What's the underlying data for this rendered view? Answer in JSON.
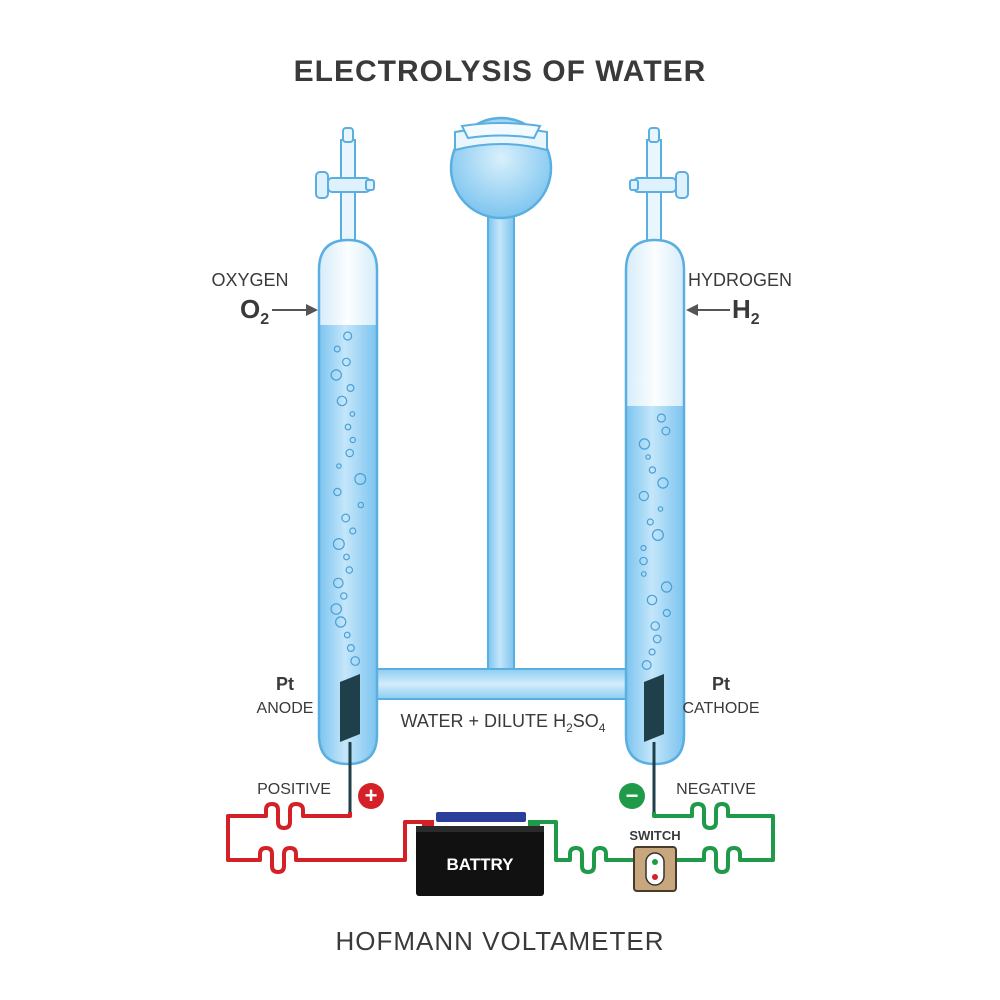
{
  "title": "ELECTROLYSIS OF WATER",
  "caption": "HOFMANN VOLTAMETER",
  "left_gas": {
    "name": "OXYGEN",
    "formula": "O",
    "subscript": "2"
  },
  "right_gas": {
    "name": "HYDROGEN",
    "formula": "H",
    "subscript": "2"
  },
  "left_electrode": {
    "material": "Pt",
    "role": "ANODE",
    "terminal": "POSITIVE",
    "sign": "+"
  },
  "right_electrode": {
    "material": "Pt",
    "role": "CATHODE",
    "terminal": "NEGATIVE",
    "sign": "−"
  },
  "electrolyte": {
    "prefix": "WATER + DILUTE ",
    "h": "H",
    "h_sub": "2",
    "so": "SO",
    "so_sub": "4"
  },
  "battery_label": "BATTRY",
  "switch_label": "SWITCH",
  "colors": {
    "water": "#a9d8f5",
    "glass": "#dff1fc",
    "glass_stroke": "#5aaee0",
    "positive_wire": "#d42027",
    "negative_wire": "#1e9a48",
    "battery": "#111111",
    "battery_cap": "#2c3e9c",
    "electrode": "#1f3f4a",
    "text": "#3a3a3a"
  }
}
